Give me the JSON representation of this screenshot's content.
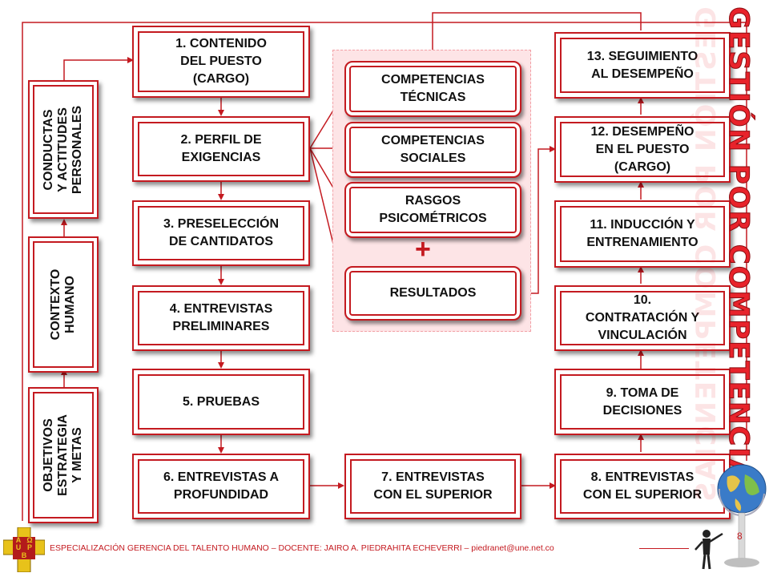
{
  "steps": {
    "s1": "1. CONTENIDO\nDEL PUESTO\n(CARGO)",
    "s2": "2. PERFIL DE\nEXIGENCIAS",
    "s3": "3. PRESELECCIÓN\nDE CANTIDATOS",
    "s4": "4. ENTREVISTAS\nPRELIMINARES",
    "s5": "5. PRUEBAS",
    "s6": "6. ENTREVISTAS A\nPROFUNDIDAD",
    "s7": "7. ENTREVISTAS\nCON EL SUPERIOR",
    "s8": "8. ENTREVISTAS\nCON EL SUPERIOR",
    "s9": "9. TOMA DE\nDECISIONES",
    "s10": "10.\nCONTRATACIÓN Y\nVINCULACIÓN",
    "s11": "11. INDUCCIÓN Y\nENTRENAMIENTO",
    "s12": "12. DESEMPEÑO\nEN EL PUESTO\n(CARGO)",
    "s13": "13. SEGUIMIENTO\nAL DESEMPEÑO"
  },
  "competencies": {
    "tecnicas": "COMPETENCIAS\nTÉCNICAS",
    "sociales": "COMPETENCIAS\nSOCIALES",
    "rasgos": "RASGOS\nPSICOMÉTRICOS",
    "resultados": "RESULTADOS",
    "plus": "+"
  },
  "left_column": {
    "objetivos": "OBJETIVOS\nESTRATEGIA\nY METAS",
    "contexto": "CONTEXTO\nHUMANO",
    "conductas": "CONDUCTAS\nY ACTITUDES\nPERSONALES"
  },
  "title_vertical": "GESTIÓN POR COMPETENCIAS",
  "footer": "ESPECIALIZACIÓN GERENCIA DEL TALENTO HUMANO – DOCENTE: JAIRO A. PIEDRAHITA ECHEVERRI – piedranet@une.net.co",
  "page_number": "8",
  "logo": {
    "letters": [
      "A",
      "Ω",
      "U",
      "P",
      "B"
    ]
  },
  "colors": {
    "accent": "#c41a20",
    "highlight": "#fde4e6",
    "title": "#e8232b"
  }
}
